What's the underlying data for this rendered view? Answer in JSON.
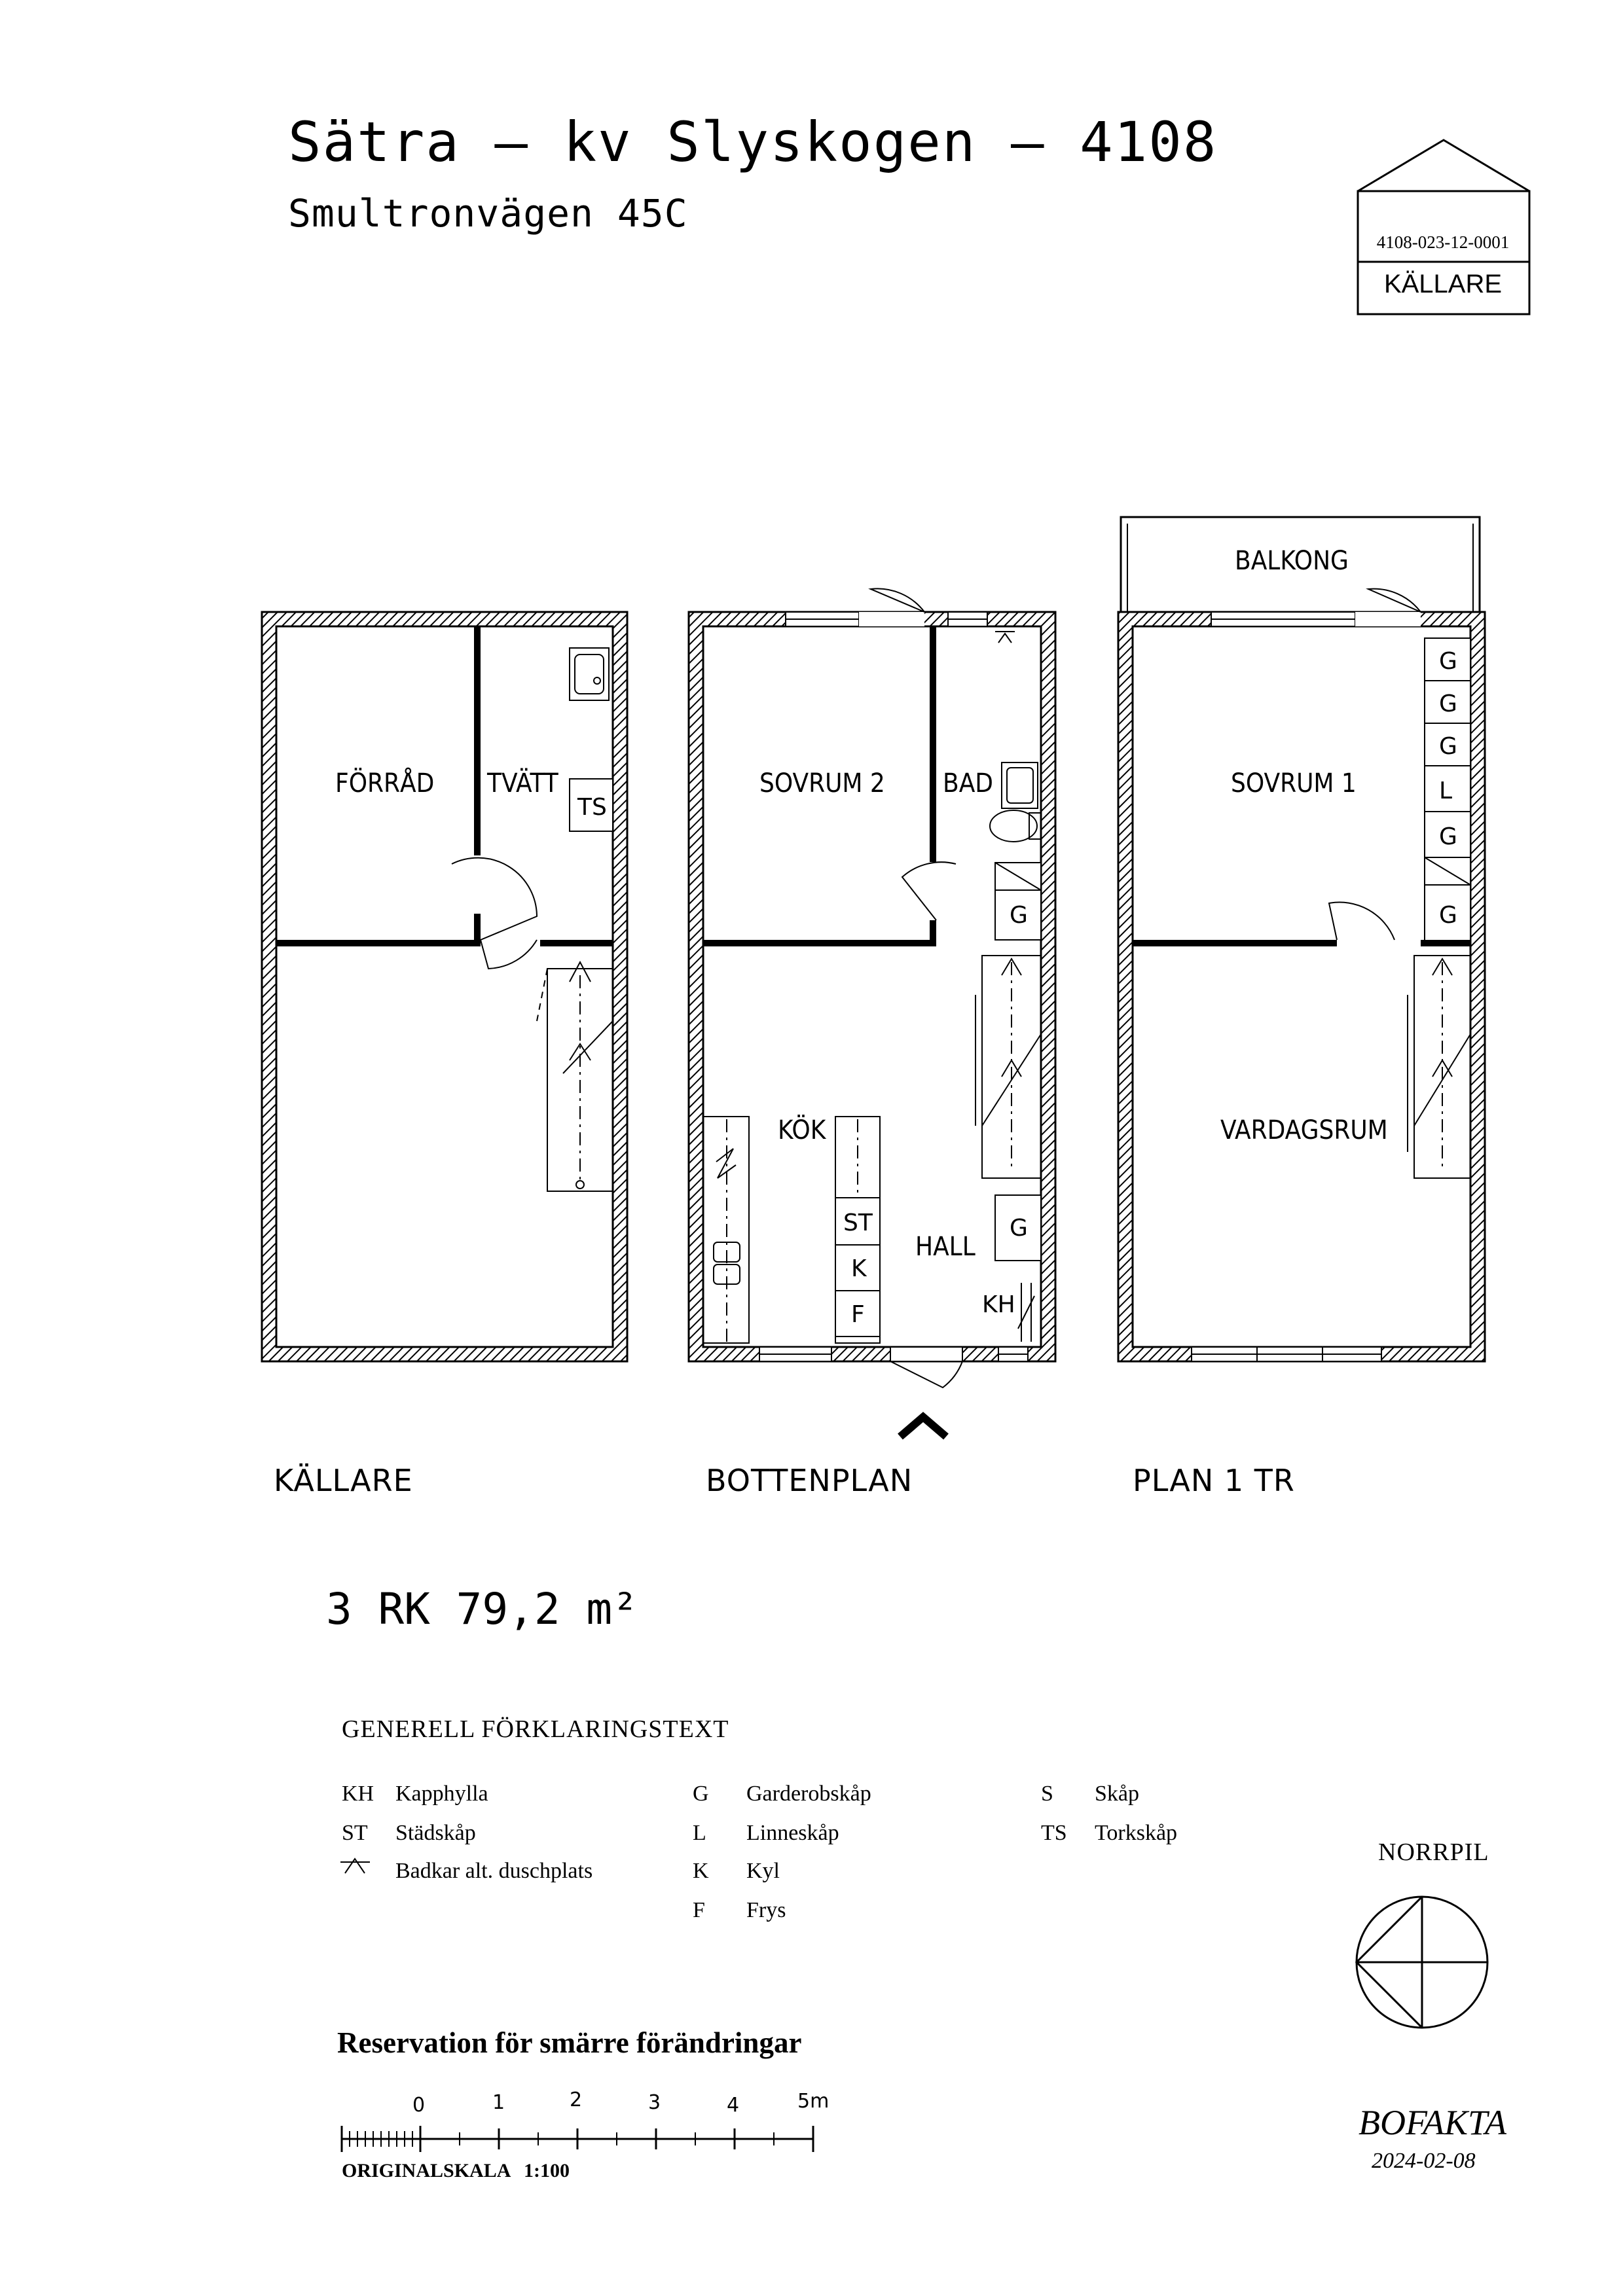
{
  "header": {
    "title": "Sätra – kv Slyskogen – 4108",
    "subtitle": "Smultronvägen 45C"
  },
  "logo": {
    "code": "4108-023-12-0001",
    "level": "KÄLLARE"
  },
  "floors": {
    "kallare": {
      "name": "KÄLLARE",
      "rooms": {
        "forrad": "FÖRRÅD",
        "tvatt": "TVÄTT"
      },
      "marks": {
        "ts": "TS"
      }
    },
    "bottenplan": {
      "name": "BOTTENPLAN",
      "rooms": {
        "sovrum2": "SOVRUM 2",
        "bad": "BAD",
        "kok": "KÖK",
        "hall": "HALL"
      },
      "marks": {
        "g_hall_top": "G",
        "g_hall": "G",
        "st": "ST",
        "k": "K",
        "f": "F",
        "kh": "KH"
      }
    },
    "plan1": {
      "name": "PLAN 1 TR",
      "rooms": {
        "balkong": "BALKONG",
        "sovrum1": "SOVRUM 1",
        "vardagsrum": "VARDAGSRUM"
      },
      "marks": {
        "g1": "G",
        "g2": "G",
        "g3": "G",
        "l": "L",
        "g4": "G",
        "g5": "G"
      }
    }
  },
  "area": "3 RK 79,2 m²",
  "legend": {
    "title": "GENERELL FÖRKLARINGSTEXT",
    "col1": [
      {
        "code": "KH",
        "label": "Kapphylla"
      },
      {
        "code": "ST",
        "label": "Städskåp"
      },
      {
        "code": "",
        "label": "Badkar alt. duschplats"
      }
    ],
    "col2": [
      {
        "code": "G",
        "label": "Garderobskåp"
      },
      {
        "code": "L",
        "label": "Linneskåp"
      },
      {
        "code": "K",
        "label": "Kyl"
      },
      {
        "code": "F",
        "label": "Frys"
      }
    ],
    "col3": [
      {
        "code": "S",
        "label": "Skåp"
      },
      {
        "code": "TS",
        "label": "Torkskåp"
      }
    ]
  },
  "north_arrow_label": "NORRPIL",
  "reservation": "Reservation för smärre förändringar",
  "scale": {
    "ticks": [
      "0",
      "1",
      "2",
      "3",
      "4",
      "5m"
    ],
    "label": "ORIGINALSKALA",
    "value": "1:100"
  },
  "footer": {
    "brand": "BOFAKTA",
    "date": "2024-02-08"
  }
}
